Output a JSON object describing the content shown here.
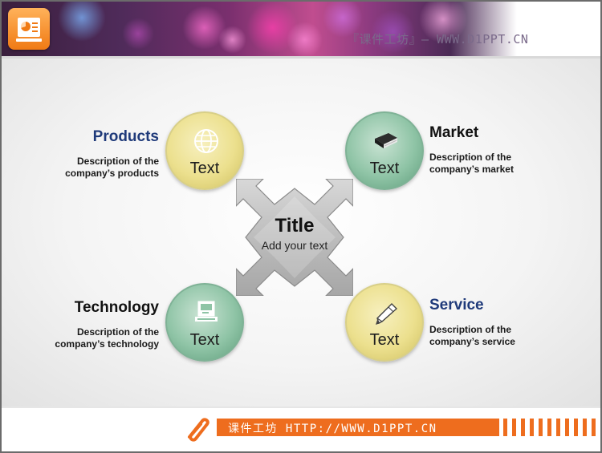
{
  "header": {
    "brand": "『课件工坊』— WWW.D1PPT.CN",
    "logo_icon": "presentation-icon"
  },
  "center": {
    "title": "Title",
    "subtitle": "Add your text"
  },
  "nodes": [
    {
      "id": "products",
      "heading": "Products",
      "desc_line1": "Description of the",
      "desc_line2": "company’s products",
      "circle_text": "Text",
      "icon": "globe-icon",
      "color": "#ece08e"
    },
    {
      "id": "market",
      "heading": "Market",
      "desc_line1": "Description of the",
      "desc_line2": "company’s market",
      "circle_text": "Text",
      "icon": "book-icon",
      "color": "#8fc4a6"
    },
    {
      "id": "technology",
      "heading": "Technology",
      "desc_line1": "Description of the",
      "desc_line2": "company’s technology",
      "circle_text": "Text",
      "icon": "computer-icon",
      "color": "#8fc4a6"
    },
    {
      "id": "service",
      "heading": "Service",
      "desc_line1": "Description of the",
      "desc_line2": "company’s service",
      "circle_text": "Text",
      "icon": "pencil-icon",
      "color": "#ece08e"
    }
  ],
  "footer": {
    "text": "课件工坊  HTTP://WWW.D1PPT.CN",
    "icon": "paperclip-icon",
    "accent": "#ee6d1e"
  },
  "colors": {
    "heading_blue": "#1f3a7a",
    "arrow_gray": "#b8b8b8"
  }
}
